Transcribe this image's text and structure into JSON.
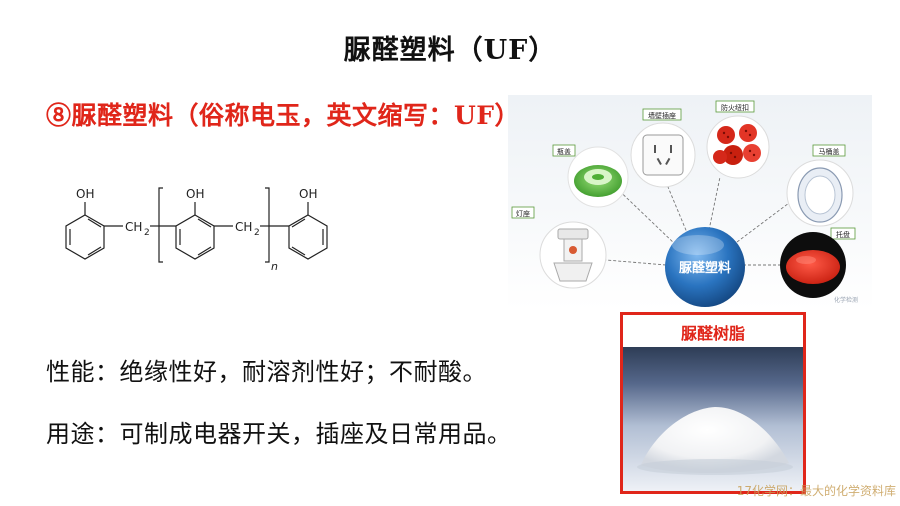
{
  "slide": {
    "title": "脲醛塑料（UF）",
    "subtitle": "⑧脲醛塑料（俗称电玉，英文缩写：UF）",
    "properties": "性能：绝缘性好，耐溶剂性好；不耐酸。",
    "uses": "用途：可制成电器开关，插座及日常用品。"
  },
  "structure": {
    "oh": "OH",
    "ch2": "CH",
    "sub2": "2",
    "n": "n"
  },
  "collage": {
    "center_label": "脲醛塑料",
    "items": {
      "lamp_holder": "灯座",
      "bottle_cap": "瓶盖",
      "wall_socket": "墙壁插座",
      "buttons": "防火纽扣",
      "toilet_lid": "马桶盖",
      "tray": "托盘"
    },
    "corner_mark": "化学检测"
  },
  "resin": {
    "label": "脲醛树脂"
  },
  "watermark": "17化学网：最大的化学资料库",
  "colors": {
    "accent_red": "#e0261a",
    "center_blue": "#2a74c0"
  }
}
